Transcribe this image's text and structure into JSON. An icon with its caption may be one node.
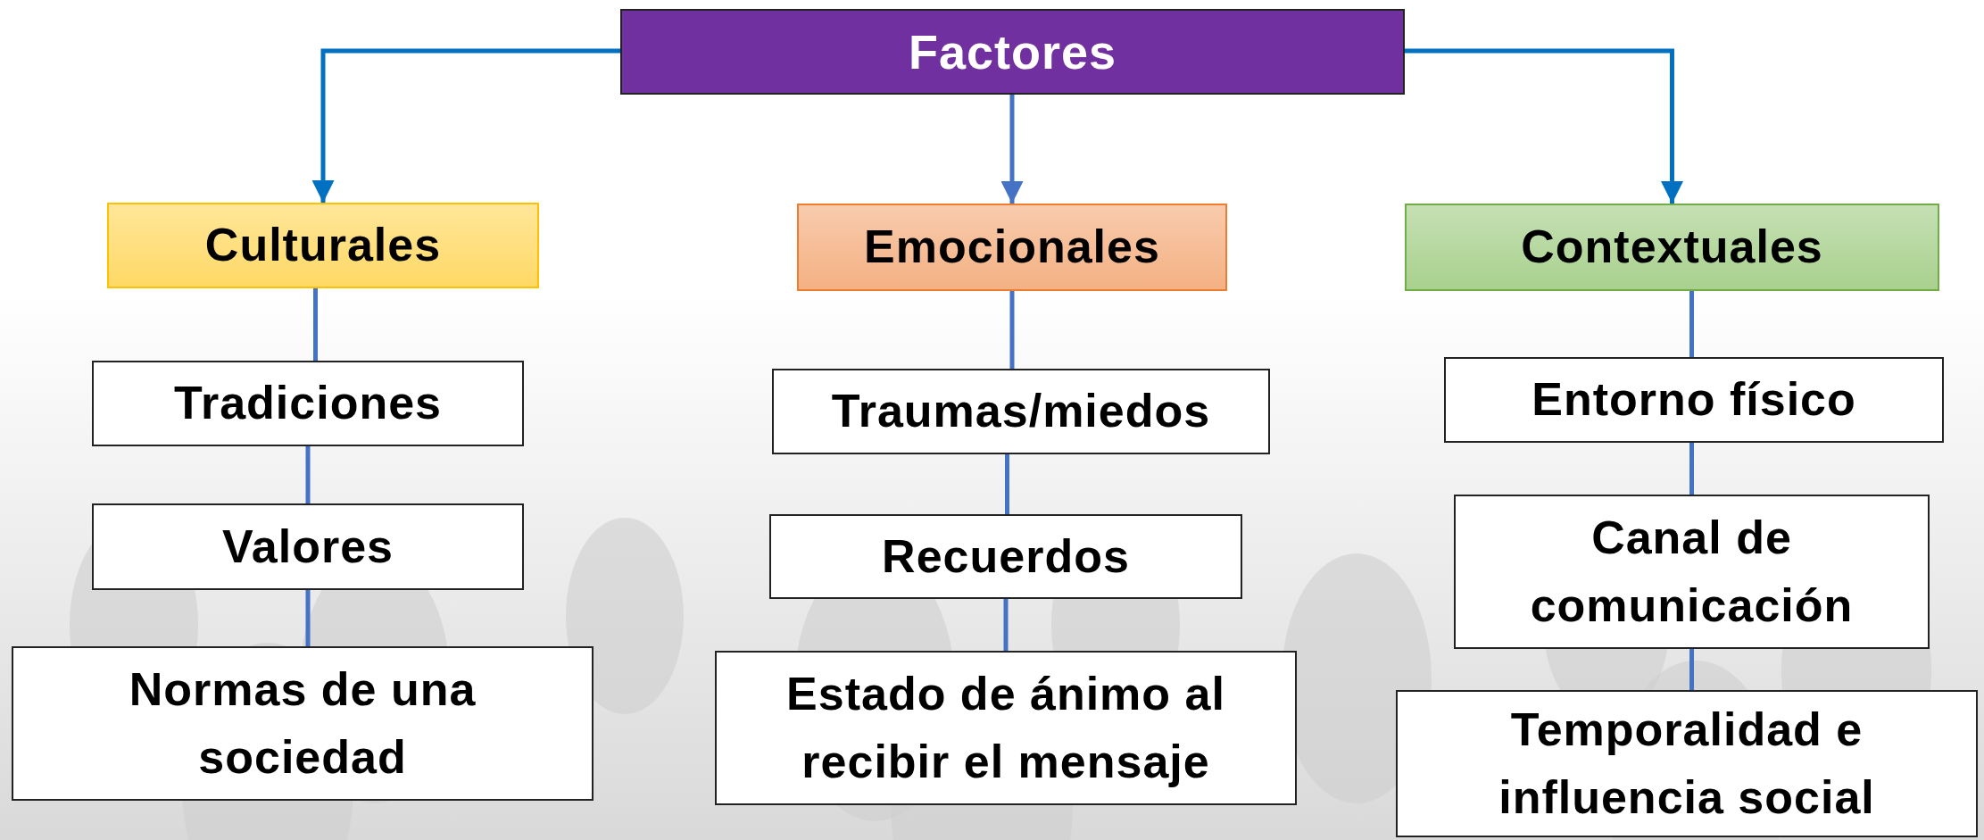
{
  "diagram": {
    "nodes": [
      {
        "text": [
          "Factores"
        ]
      },
      {
        "text": [
          "Culturales"
        ]
      },
      {
        "text": [
          "Emocionales"
        ]
      },
      {
        "text": [
          "Contextuales"
        ]
      },
      {
        "text": [
          "Tradiciones"
        ]
      },
      {
        "text": [
          "Valores"
        ]
      },
      {
        "text": [
          "Normas de una sociedad"
        ]
      },
      {
        "text": [
          "Traumas/miedos"
        ]
      },
      {
        "text": [
          "Recuerdos"
        ]
      },
      {
        "text": [
          "Estado de ánimo al recibir el mensaje"
        ]
      },
      {
        "text": [
          "Entorno físico"
        ]
      },
      {
        "text": [
          "Canal de comunicación"
        ]
      },
      {
        "text": [
          "Temporalidad e influencia social"
        ]
      }
    ],
    "edges": [
      {
        "from": 0,
        "to": 1,
        "arrow": "to",
        "color": "#0070c0"
      },
      {
        "from": 0,
        "to": 2,
        "arrow": "to"
      },
      {
        "from": 0,
        "to": 3,
        "arrow": "to",
        "color": "#0070c0"
      },
      {
        "from": 1,
        "to": 4,
        "arrow": "none"
      },
      {
        "from": 4,
        "to": 5,
        "arrow": "none"
      },
      {
        "from": 5,
        "to": 6,
        "arrow": "none"
      },
      {
        "from": 2,
        "to": 7,
        "arrow": "none"
      },
      {
        "from": 7,
        "to": 8,
        "arrow": "none"
      },
      {
        "from": 8,
        "to": 9,
        "arrow": "none"
      },
      {
        "from": 3,
        "to": 10,
        "arrow": "none"
      },
      {
        "from": 10,
        "to": 11,
        "arrow": "none"
      },
      {
        "from": 11,
        "to": 12,
        "arrow": "none"
      }
    ]
  }
}
